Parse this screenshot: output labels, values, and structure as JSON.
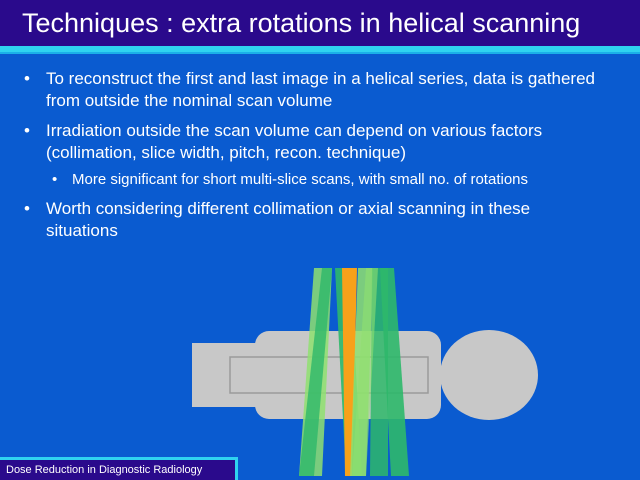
{
  "slide": {
    "title": "Techniques : extra rotations in helical scanning",
    "bullets": [
      "To reconstruct the first and last image in a helical series, data is gathered from outside the nominal scan volume",
      "Irradiation outside the scan volume can depend on various factors (collimation, slice width, pitch, recon. technique)"
    ],
    "sub_bullet": "More significant for short multi-slice scans, with small no. of rotations",
    "bullet_last": "Worth considering different collimation or axial scanning in these situations",
    "footer": "Dose Reduction in Diagnostic Radiology",
    "bullet_symbol": "•"
  },
  "colors": {
    "background": "#0a5bd0",
    "title_bar": "#2a0a8c",
    "accent": "#2fd3f0",
    "phantom": "#c8c8c8",
    "beam_outer": "#2eb86a",
    "beam_light": "#8fe070",
    "beam_center": "#f7a11a"
  }
}
